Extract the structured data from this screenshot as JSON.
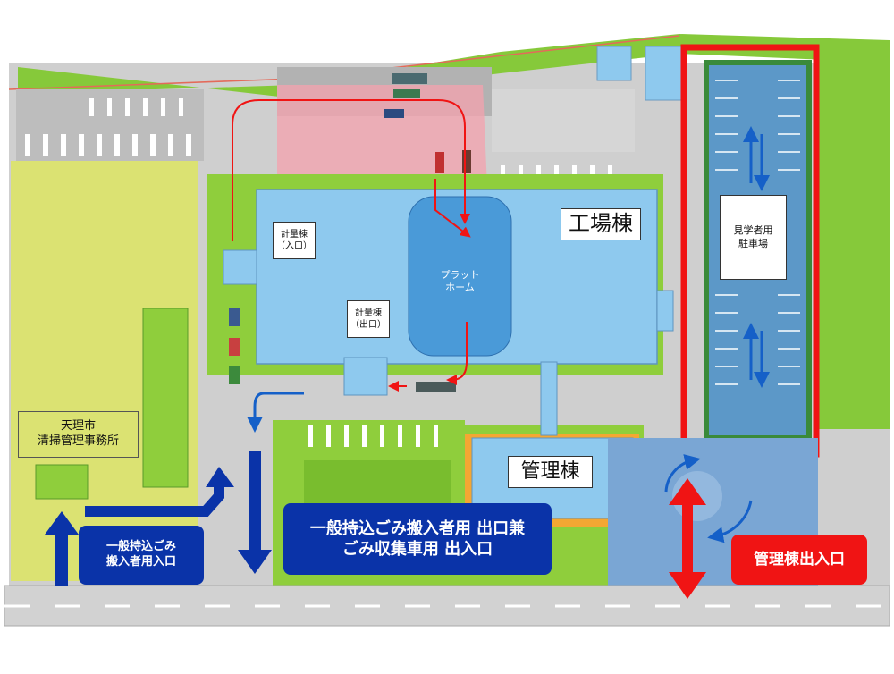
{
  "map": {
    "factory": "工場棟",
    "platform_line1": "プラット",
    "platform_line2": "ホーム",
    "weigh_entry_line1": "計量棟",
    "weigh_entry_line2": "（入口）",
    "weigh_exit_line1": "計量棟",
    "weigh_exit_line2": "（出口）",
    "visitor_parking_line1": "見学者用",
    "visitor_parking_line2": "駐車場",
    "city_office_line1": "天理市",
    "city_office_line2": "清掃管理事務所",
    "admin_building": "管理棟",
    "general_entrance_line1": "一般持込ごみ",
    "general_entrance_line2": "搬入者用入口",
    "exit_line1": "一般持込ごみ搬入者用 出口兼",
    "exit_line2": "ごみ収集車用 出入口",
    "admin_entrance": "管理棟出入口"
  },
  "colors": {
    "building": "#8ec9ee",
    "platform": "#4a9ad8",
    "road": "#c9c9c9",
    "grass": "#8fce3c",
    "field": "#dbe272",
    "parking": "#7aa6d4",
    "blue_arrow": "#0a33a8",
    "red_arrow": "#f01414",
    "label_blue": "#0a33a8",
    "label_red": "#f01414"
  }
}
